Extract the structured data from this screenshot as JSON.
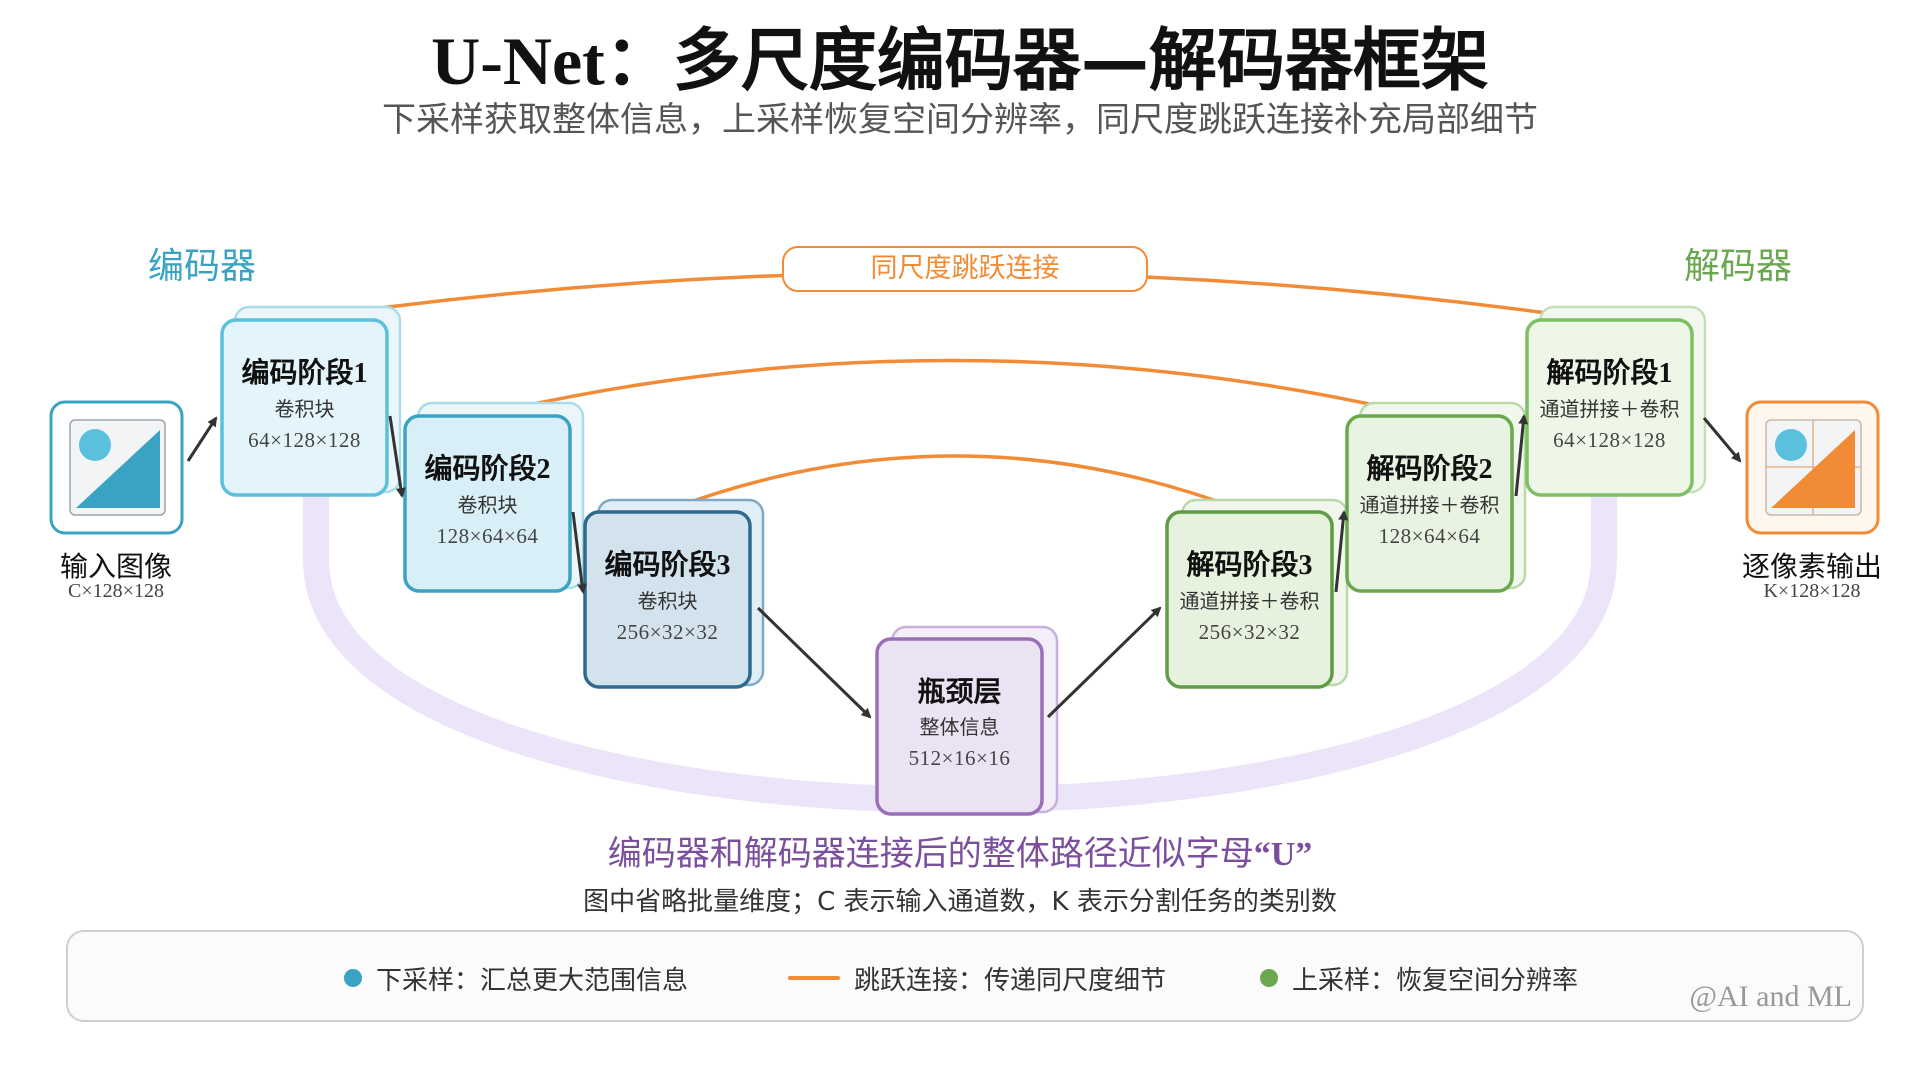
{
  "header": {
    "title_latin": "U-Net",
    "title_rest": "：多尺度编码器—解码器框架",
    "subtitle": "下采样获取整体信息，上采样恢复空间分辨率，同尺度跳跃连接补充局部细节"
  },
  "sections": {
    "encoder": "编码器",
    "decoder": "解码器"
  },
  "skip_label": "同尺度跳跃连接",
  "input": {
    "name": "输入图像",
    "shape": "C×128×128"
  },
  "output": {
    "name": "逐像素输出",
    "shape": "K×128×128"
  },
  "stages": {
    "enc1": {
      "name": "编码阶段",
      "num": "1",
      "op": "卷积块",
      "shape": "64×128×128"
    },
    "enc2": {
      "name": "编码阶段",
      "num": "2",
      "op": "卷积块",
      "shape": "128×64×64"
    },
    "enc3": {
      "name": "编码阶段",
      "num": "3",
      "op": "卷积块",
      "shape": "256×32×32"
    },
    "bottleneck": {
      "name": "瓶颈层",
      "num": "",
      "op": "整体信息",
      "shape": "512×16×16"
    },
    "dec3": {
      "name": "解码阶段",
      "num": "3",
      "op": "通道拼接＋卷积",
      "shape": "256×32×32"
    },
    "dec2": {
      "name": "解码阶段",
      "num": "2",
      "op": "通道拼接＋卷积",
      "shape": "128×64×64"
    },
    "dec1": {
      "name": "解码阶段",
      "num": "1",
      "op": "通道拼接＋卷积",
      "shape": "64×128×128"
    }
  },
  "u_caption": {
    "text": "编码器和解码器连接后的整体路径近似字母",
    "quote": "“U”"
  },
  "footnote": "图中省略批量维度；C 表示输入通道数，K 表示分割任务的类别数",
  "legend": {
    "downsample": "下采样：汇总更大范围信息",
    "skip": "跳跃连接：传递同尺度细节",
    "upsample": "上采样：恢复空间分辨率"
  },
  "watermark": "@AI and ML",
  "colors": {
    "encoder_light": "#3aa3c4",
    "encoder_dark": "#2d6a8e",
    "bottleneck": "#9b6fb8",
    "decoder": "#6aa84f",
    "skip": "#f28b36",
    "u_path": "#ece4f8"
  }
}
